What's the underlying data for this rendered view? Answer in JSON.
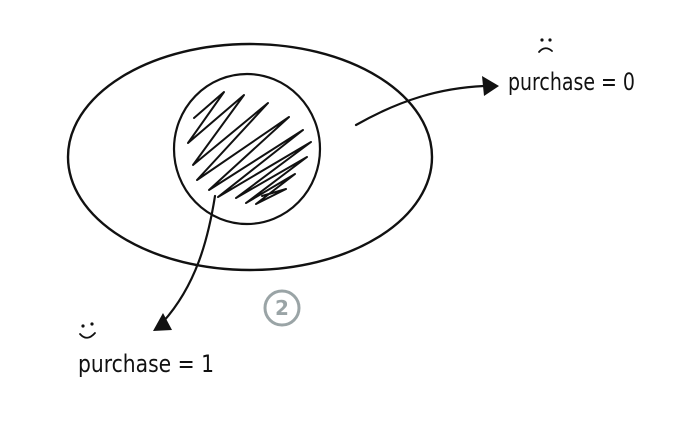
{
  "colors": {
    "ink": "#111111",
    "badge": "#9aa4a6",
    "background": "#ffffff"
  },
  "labels": {
    "no_purchase": "purchase = 0",
    "purchase": "purchase = 1"
  },
  "badge": {
    "number": "2"
  },
  "icons": {
    "no_purchase": "sad-face-icon",
    "purchase": "smiley-face-icon"
  }
}
